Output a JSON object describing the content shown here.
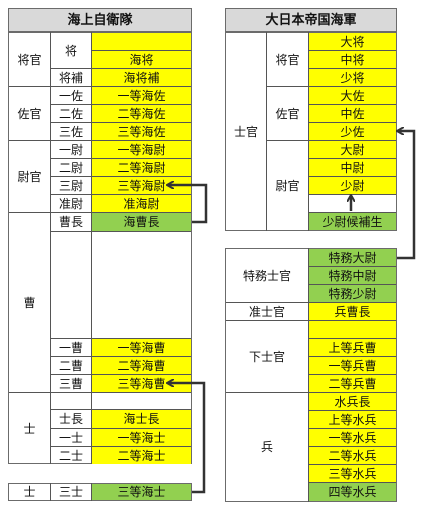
{
  "left": {
    "title": "海上自衛隊",
    "g1": {
      "label": "将官",
      "r1": "将",
      "r2a": "海将",
      "r3": "将補",
      "r3a": "海将補"
    },
    "g2": {
      "label": "佐官",
      "r1": "一佐",
      "r1a": "一等海佐",
      "r2": "二佐",
      "r2a": "二等海佐",
      "r3": "三佐",
      "r3a": "三等海佐"
    },
    "g3": {
      "label": "尉官",
      "r1": "一尉",
      "r1a": "一等海尉",
      "r2": "二尉",
      "r2a": "二等海尉",
      "r3": "三尉",
      "r3a": "三等海尉",
      "r4": "准尉",
      "r4a": "准海尉"
    },
    "g4": {
      "label": "曹",
      "r1": "曹長",
      "r1a": "海曹長",
      "r2": "一曹",
      "r2a": "一等海曹",
      "r3": "二曹",
      "r3a": "二等海曹",
      "r4": "三曹",
      "r4a": "三等海曹"
    },
    "g5": {
      "label": "士",
      "r1": "士長",
      "r1a": "海士長",
      "r2": "一士",
      "r2a": "一等海士",
      "r3": "二士",
      "r3a": "二等海士"
    },
    "g6": {
      "label": "士",
      "r1": "三士",
      "r1a": "三等海士"
    }
  },
  "right": {
    "title": "大日本帝国海軍",
    "officer": "士官",
    "g1": {
      "label": "将官",
      "r1": "大将",
      "r2": "中将",
      "r3": "少将"
    },
    "g2": {
      "label": "佐官",
      "r1": "大佐",
      "r2": "中佐",
      "r3": "少佐"
    },
    "g3": {
      "label": "尉官",
      "r1": "大尉",
      "r2": "中尉",
      "r3": "少尉",
      "r5": "少尉候補生"
    },
    "g4": {
      "label": "特務士官",
      "r1": "特務大尉",
      "r2": "特務中尉",
      "r3": "特務少尉"
    },
    "g5": {
      "label": "准士官",
      "r1": "兵曹長"
    },
    "g6": {
      "label": "下士官",
      "r2": "上等兵曹",
      "r3": "一等兵曹",
      "r4": "二等兵曹"
    },
    "g7": {
      "label": "兵",
      "r1": "水兵長",
      "r2": "上等水兵",
      "r3": "一等水兵",
      "r4": "二等水兵",
      "r5": "三等水兵",
      "r6": "四等水兵"
    }
  },
  "colors": {
    "yellow": "#ffff00",
    "green": "#92d050",
    "header": "#d9d9d9",
    "arrow": "#333333"
  }
}
